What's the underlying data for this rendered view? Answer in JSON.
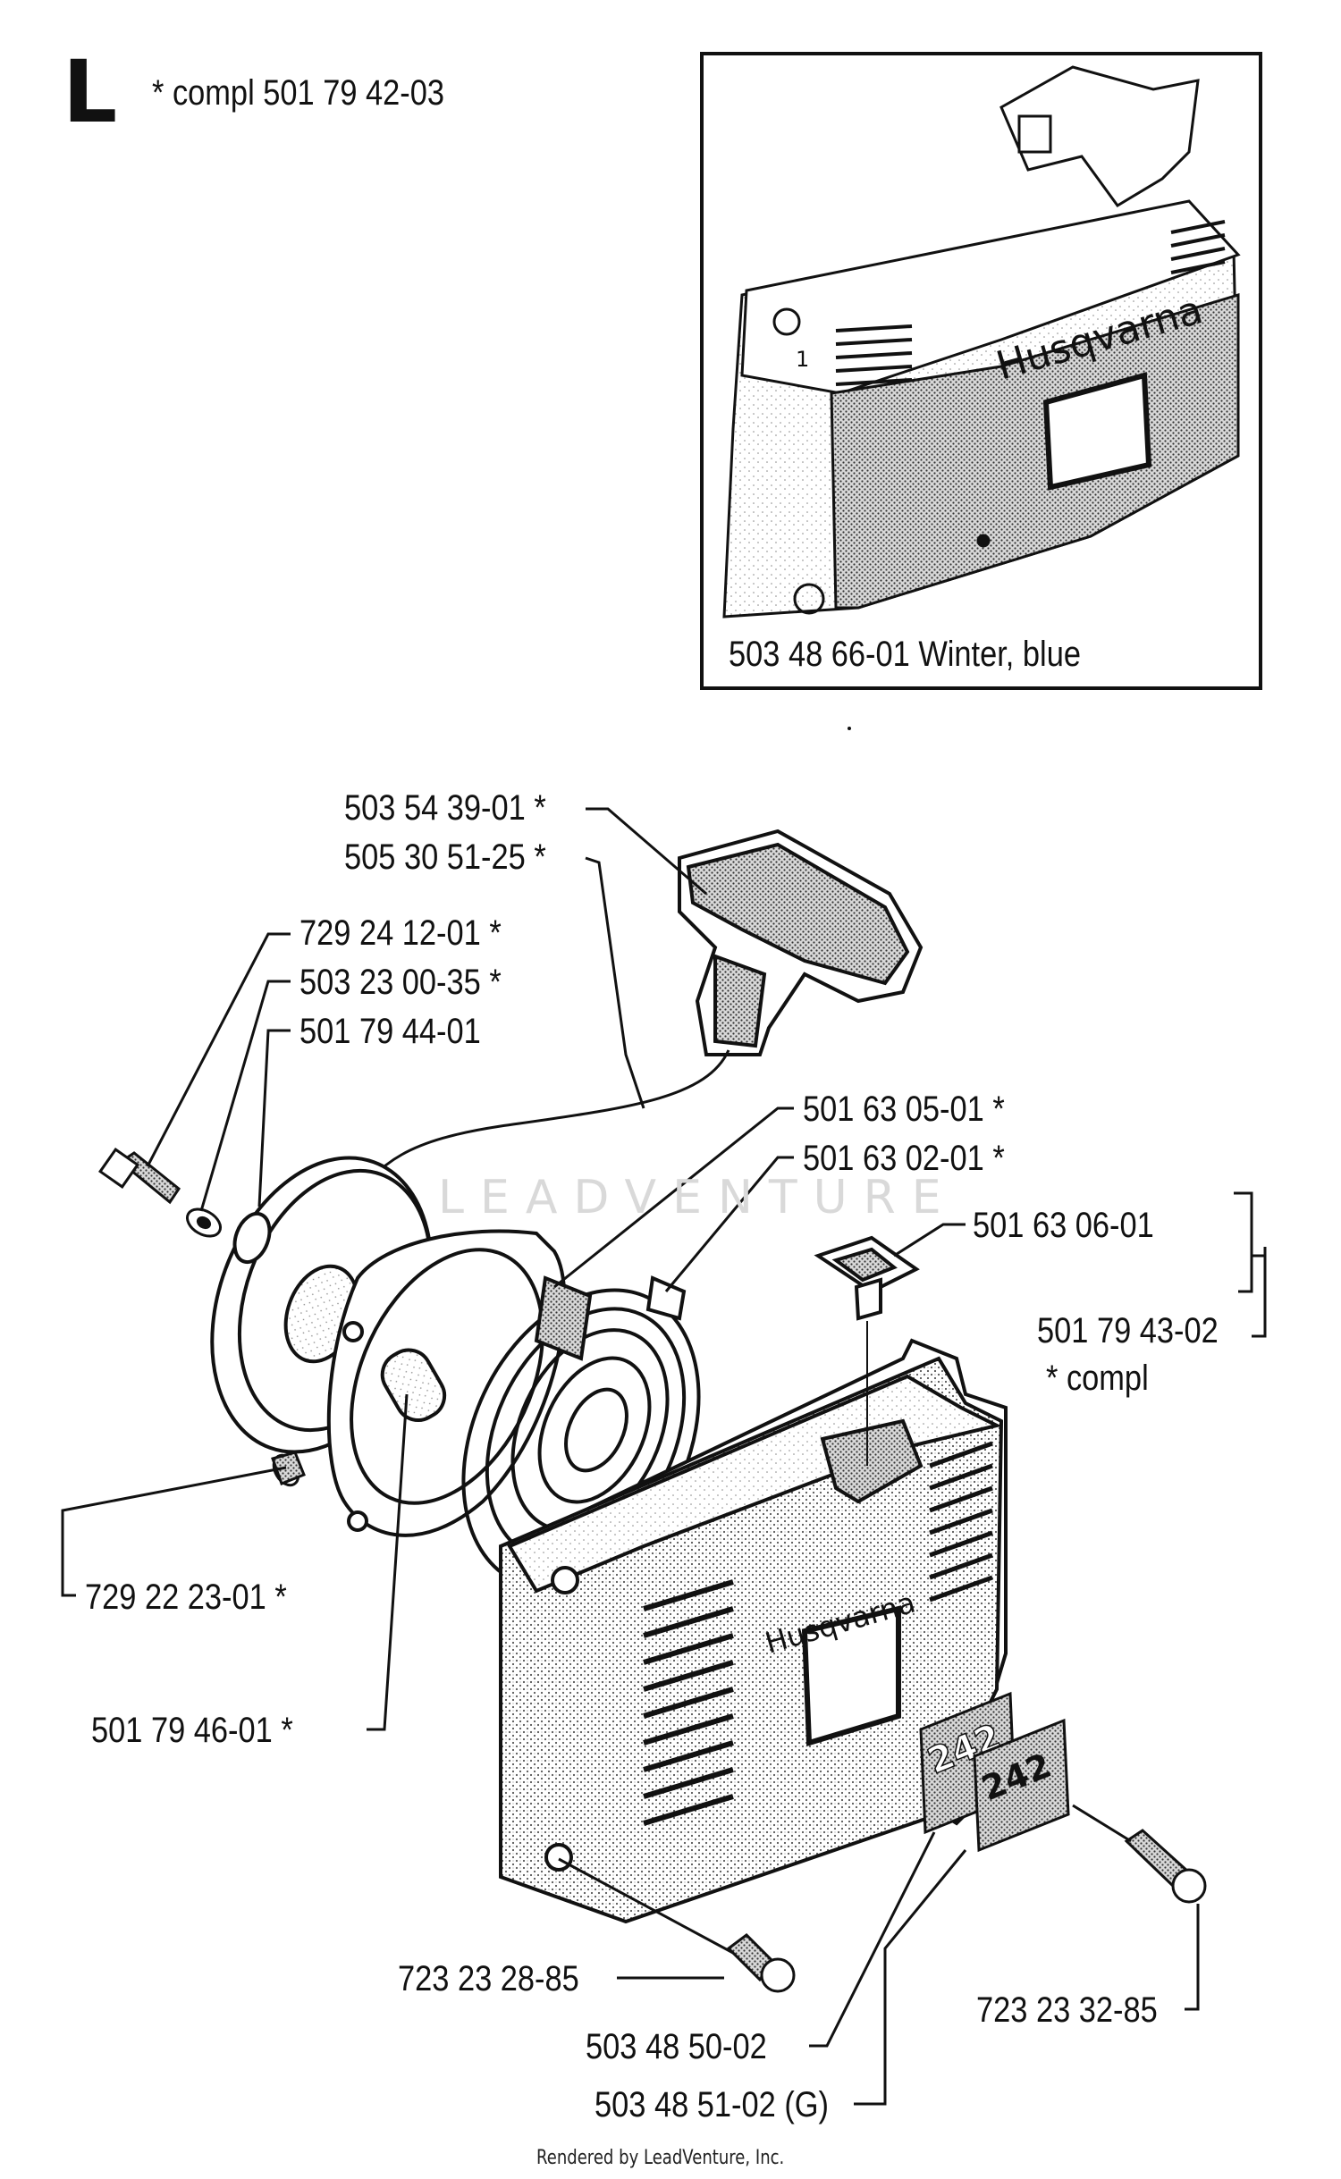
{
  "section": {
    "letter": "L",
    "compl_note": "*  compl 501 79 42-03"
  },
  "inset": {
    "caption": "503 48 66-01 Winter, blue",
    "brand": "Husqvarna",
    "mark": "1"
  },
  "labels": {
    "handle": "503 54 39-01  *",
    "rope": "505 30 51-25  *",
    "screw_top": "729 24 12-01  *",
    "washer": "503 23 00-35  *",
    "pulley": "501 79 44-01",
    "spring_a": "501 63 05-01  *",
    "spring_b": "501 63 02-01  *",
    "grommet": "501 63 06-01",
    "assembly": "501 79 43-02",
    "assembly_note": "*  compl",
    "screw_left": "729 22 23-01  *",
    "bushing": "501 79 46-01  *",
    "screw_bottom": "723 23 28-85",
    "decal_a": "503 48 50-02",
    "decal_b": "503 48 51-02 (G)",
    "screw_right": "723 23 32-85"
  },
  "cover": {
    "brand": "Husqvarna",
    "decal_a_text": "242",
    "decal_b_text": "242"
  },
  "watermark": "LEADVENTURE",
  "footer": "Rendered by LeadVenture, Inc."
}
